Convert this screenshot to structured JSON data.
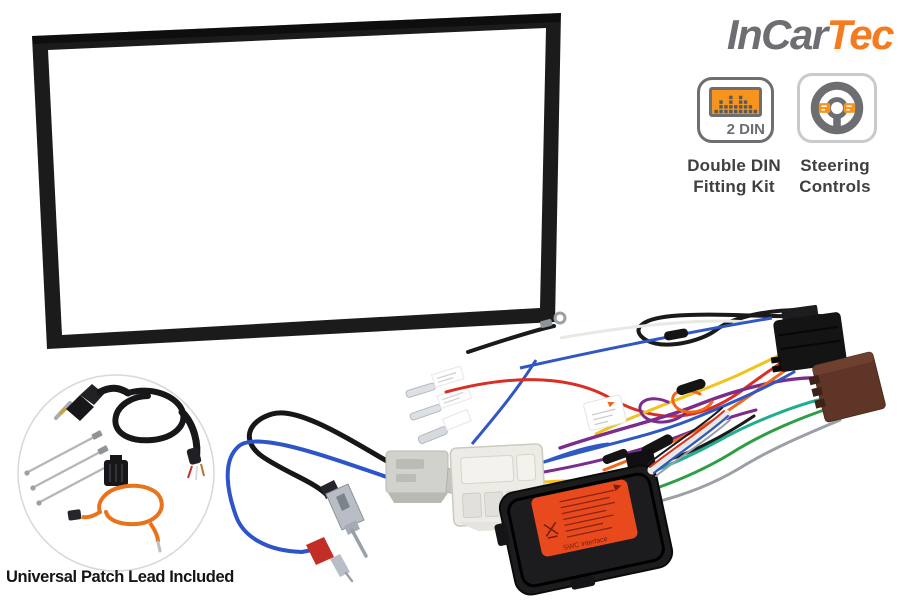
{
  "canvas": {
    "background": "#ffffff"
  },
  "brand": {
    "name": "InCarTec",
    "logo_part1": "InCar",
    "logo_part2": "Tec",
    "grey": "#6d6e71",
    "orange": "#f47b20"
  },
  "features": {
    "double_din": {
      "icon": "double-din-icon",
      "badge": "2 DIN",
      "label_line1": "Double DIN",
      "label_line2": "Fitting Kit",
      "screen_color": "#f7941d",
      "outline_color": "#6d6e71",
      "eq_bars": [
        1,
        3,
        2,
        4,
        2,
        4,
        3,
        2,
        1
      ]
    },
    "steering": {
      "icon": "steering-wheel-icon",
      "label_line1": "Steering",
      "label_line2": "Controls",
      "wheel_color": "#6d6e71",
      "button_color": "#f7941d"
    }
  },
  "inset": {
    "caption": "Universal Patch Lead Included",
    "border_color": "#d8d8d8",
    "items": [
      "right-angle-aux-jack-lead",
      "looped-black-patch-cable",
      "crimp-wire-leads",
      "micro-connector-block",
      "looped-orange-patch-cable"
    ],
    "orange_cable_color": "#e8731a",
    "silver_lead_color": "#b6b6b6"
  },
  "photo": {
    "frame": {
      "name": "double-din-cage-frame",
      "color": "#1b1b1b"
    },
    "antenna_adapter": {
      "name": "aerial-antenna-adapter",
      "block_color": "#d2d2cc",
      "black_wire": "#17171a",
      "blue_wire": "#2d54c8",
      "plug_metal": "#b9bec6",
      "terminal_red": "#c22d26"
    },
    "vehicle_connector": {
      "name": "vehicle-harness-plug",
      "color": "#edebe5"
    },
    "swc_box": {
      "name": "swc-interface-box",
      "body_color": "#1c1c1e",
      "label_color": "#e84a1e",
      "label_text": "SWC interface"
    },
    "iso_black": {
      "name": "iso-connector-black",
      "color": "#141414"
    },
    "iso_brown": {
      "name": "iso-connector-brown",
      "color": "#5f3527"
    },
    "harness": {
      "name": "wiring-harness",
      "wire_colors": [
        "#1a1a1a",
        "#e9e9e3",
        "#2f58c3",
        "#d93025",
        "#f0681b",
        "#f2c21d",
        "#7b2d8b",
        "#1fae8e",
        "#2e9e44",
        "#9aa0a6"
      ]
    }
  }
}
